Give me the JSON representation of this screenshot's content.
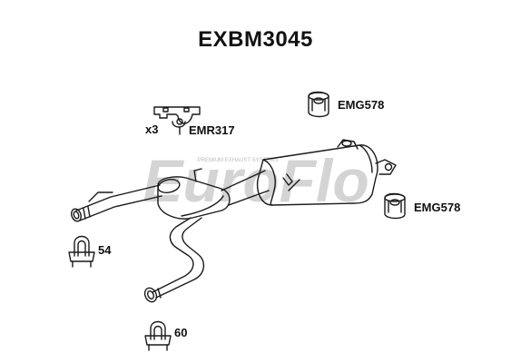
{
  "diagram": {
    "part_number": "EXBM3045",
    "watermark": "EuroFlo",
    "watermark_sub": "PREMIUM EXHAUST SYSTEMS",
    "colors": {
      "line": "#1a1a1a",
      "watermark": "#c8c8c8",
      "watermark_accent": "#f3c9c9"
    },
    "components": [
      {
        "id": "hanger-pair",
        "code": "EMR317",
        "quantity": "x3",
        "icon": "exhaust-hanger-icon"
      },
      {
        "id": "rubber-mount-top",
        "code": "EMG578",
        "icon": "rubber-mount-icon"
      },
      {
        "id": "rubber-mount-right",
        "code": "EMG578",
        "icon": "rubber-mount-icon"
      },
      {
        "id": "clamp-small",
        "code": "54",
        "icon": "u-bolt-clamp-icon"
      },
      {
        "id": "clamp-large",
        "code": "60",
        "icon": "u-bolt-clamp-icon"
      }
    ]
  }
}
